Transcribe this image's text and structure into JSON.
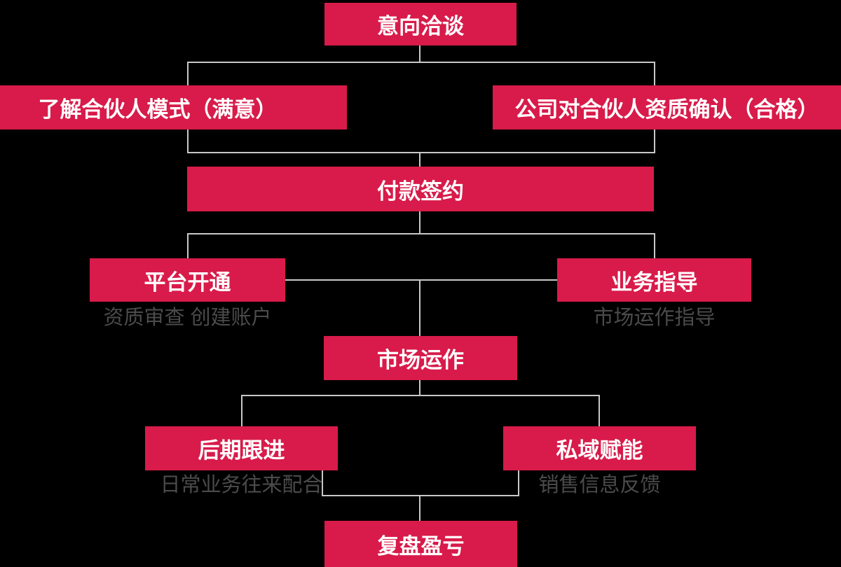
{
  "colors": {
    "background": "#000000",
    "node_fill": "#D81B4A",
    "node_text": "#FFFFFF",
    "subtitle_text": "#4B4B4D",
    "connector_line": "#C8C8C8"
  },
  "flowchart": {
    "type": "flowchart",
    "nodes": [
      {
        "id": "intent",
        "label": "意向洽谈"
      },
      {
        "id": "partner-model",
        "label": "了解合伙人模式（满意）"
      },
      {
        "id": "qualification-confirm",
        "label": "公司对合伙人资质确认（合格）"
      },
      {
        "id": "payment-sign",
        "label": "付款签约"
      },
      {
        "id": "platform-open",
        "label": "平台开通",
        "subtitle": "资质审查 创建账户"
      },
      {
        "id": "business-guide",
        "label": "业务指导",
        "subtitle": "市场运作指导"
      },
      {
        "id": "market-operation",
        "label": "市场运作",
        "subtitle": ""
      },
      {
        "id": "follow-up",
        "label": "后期跟进",
        "subtitle": "日常业务往来配合"
      },
      {
        "id": "private-domain",
        "label": "私域赋能",
        "subtitle": "销售信息反馈"
      },
      {
        "id": "review",
        "label": "复盘盈亏"
      }
    ],
    "edges": [
      {
        "from": "intent",
        "to": "partner-model"
      },
      {
        "from": "intent",
        "to": "qualification-confirm"
      },
      {
        "from": "partner-model",
        "to": "payment-sign"
      },
      {
        "from": "qualification-confirm",
        "to": "payment-sign"
      },
      {
        "from": "payment-sign",
        "to": "platform-open"
      },
      {
        "from": "payment-sign",
        "to": "business-guide"
      },
      {
        "from": "platform-open",
        "to": "market-operation"
      },
      {
        "from": "business-guide",
        "to": "market-operation"
      },
      {
        "from": "market-operation",
        "to": "follow-up"
      },
      {
        "from": "market-operation",
        "to": "private-domain"
      },
      {
        "from": "follow-up",
        "to": "review"
      },
      {
        "from": "private-domain",
        "to": "review"
      }
    ]
  }
}
